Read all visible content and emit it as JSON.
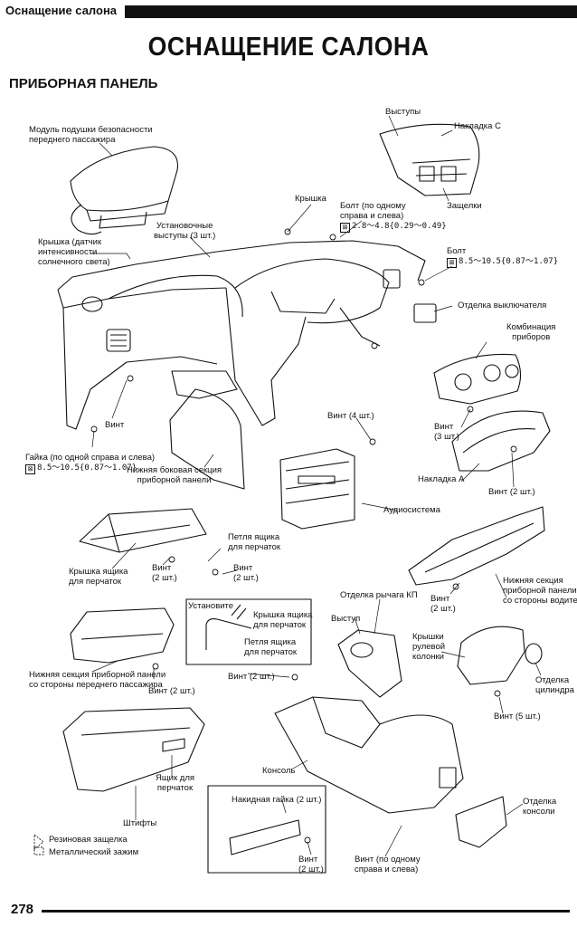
{
  "header": {
    "section": "Оснащение салона"
  },
  "page_title": "ОСНАЩЕНИЕ САЛОНА",
  "subtitle": "ПРИБОРНАЯ ПАНЕЛЬ",
  "page_number": "278",
  "callouts": {
    "airbag": "Модуль подушки безопасности\nпереднего пассажира",
    "sun_sensor_cover": "Крышка (датчик\nинтенсивности\nсолнечного света)",
    "mount_tabs": "Установочные\nвыступы (3 шт.)",
    "cover": "Крышка",
    "bolt_each": "Болт (по одному\nсправа и слева)",
    "bolt_each_spec": "2.8～4.8{0.29～0.49}",
    "tabs": "Выступы",
    "trim_c": "Накладка С",
    "clips": "Защелки",
    "bolt": "Болт",
    "bolt_spec": "8.5～10.5{0.87～1.07}",
    "switch_trim": "Отделка выключателя",
    "combo": "Комбинация\nприборов",
    "screw_left": "Винт",
    "nut_each": "Гайка (по одной справа и слева)",
    "nut_spec": "8.5～10.5{0.87～1.07}",
    "screw_4": "Винт (4 шт.)",
    "screw_3": "Винт\n(3 шт.)",
    "lower_side": "Нижняя боковая секция\nприборной панели",
    "trim_a": "Накладка А",
    "screw_2_a": "Винт (2 шт.)",
    "audio": "Аудиосистема",
    "glovebox_cover": "Крышка ящика\nдля перчаток",
    "screw_2_b": "Винт\n(2 шт.)",
    "glovebox_hinge": "Петля ящика\nдля перчаток",
    "screw_2_c": "Винт\n(2 шт.)",
    "install": "Установите",
    "inset_cover": "Крышка ящика\nдля перчаток",
    "inset_hinge": "Петля ящика\nдля перчаток",
    "lower_driver": "Нижняя секция\nприборной панели\nсо стороны водителя",
    "screw_2_d": "Винт\n(2 шт.)",
    "shift_trim": "Отделка рычага КП",
    "tab": "Выступ",
    "column_covers": "Крышки\nрулевой\nколонки",
    "lock_trim": "Отделка\nцилиндра замка",
    "lower_pass": "Нижняя секция приборной панели\nсо стороны переднего пассажира",
    "screw_2_e": "Винт (2 шт.)",
    "screw_2_f": "Винт (2 шт.)",
    "screw_5": "Винт (5 шт.)",
    "console": "Консоль",
    "glovebox": "Ящик для\nперчаток",
    "pins": "Штифты",
    "cap_nut": "Накидная гайка (2 шт.)",
    "console_trim": "Отделка\nконсоли",
    "screw_2_g": "Винт\n(2 шт.)",
    "screw_each": "Винт (по одному\nсправа и слева)"
  },
  "legend": {
    "rubber": "Резиновая защелка",
    "metal": "Металлический зажим"
  }
}
